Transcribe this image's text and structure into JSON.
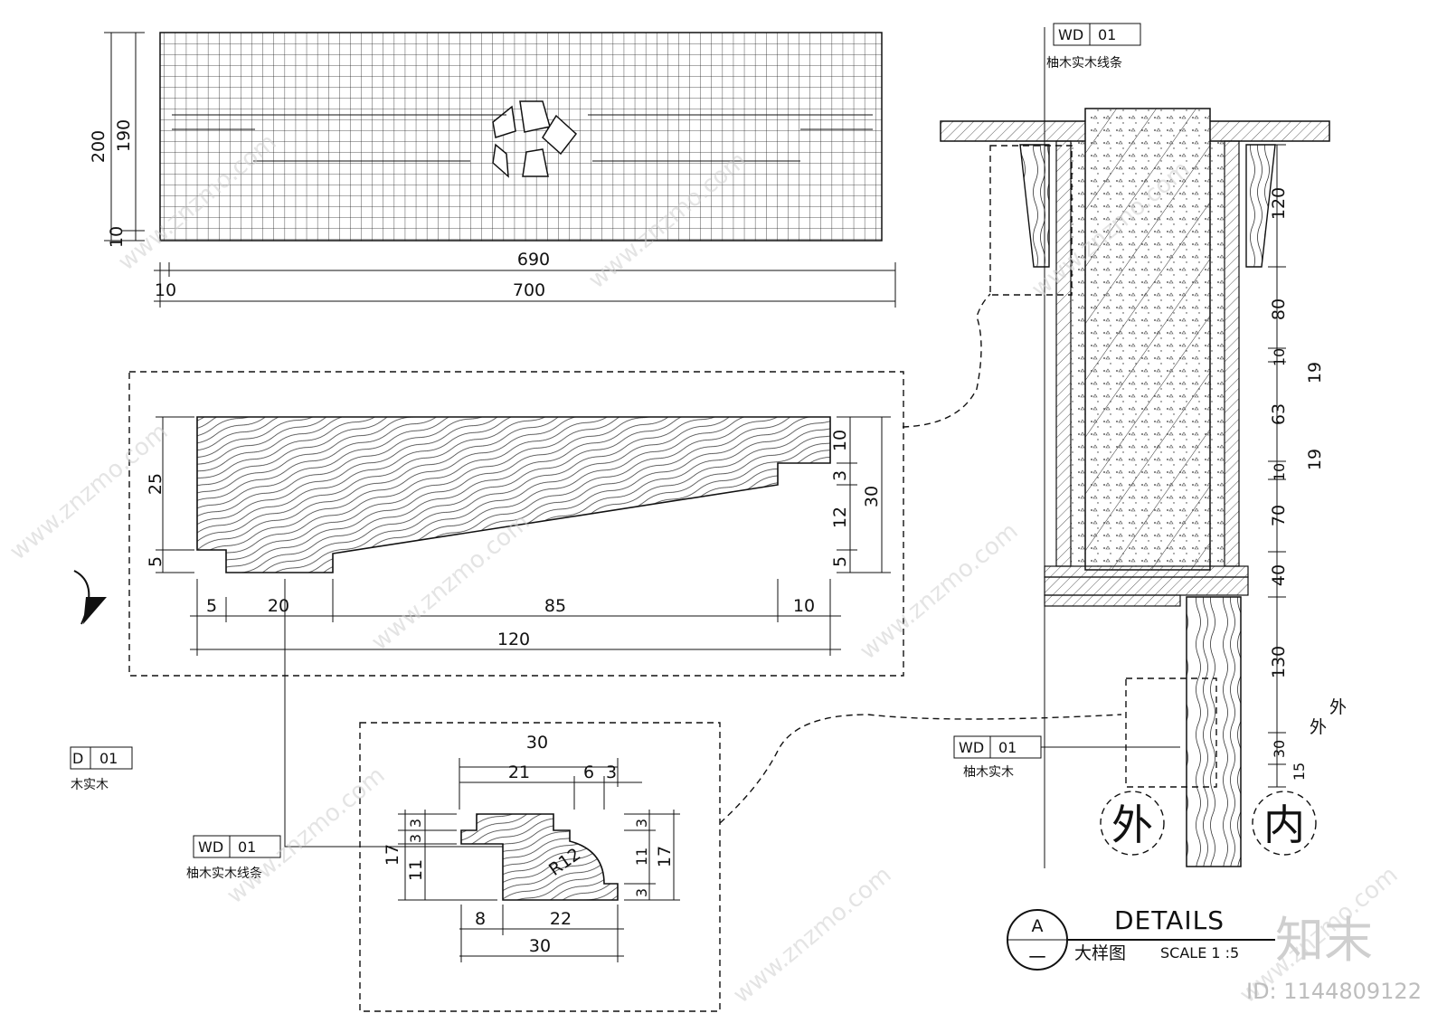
{
  "tile_elevation": {
    "dims": {
      "height_total": "200",
      "height_inner": "190",
      "height_bottom": "10",
      "width_inner": "690",
      "width_offset": "10",
      "width_total": "700"
    }
  },
  "profile_large": {
    "dims_left": [
      "25",
      "5"
    ],
    "dims_right": [
      "10",
      "3",
      "12",
      "5",
      "30"
    ],
    "dims_bottom": [
      "5",
      "20",
      "85",
      "10"
    ],
    "dims_total": "120"
  },
  "profile_small": {
    "dims_top": [
      "30",
      "21",
      "6",
      "3"
    ],
    "dims_left": [
      "3",
      "3",
      "17",
      "11"
    ],
    "dims_right": [
      "3",
      "11",
      "17",
      "3"
    ],
    "radius": "R12",
    "dims_bottom": [
      "8",
      "22",
      "30"
    ]
  },
  "tags": [
    {
      "code": "WD",
      "num": "01",
      "caption": "柚木实木线条"
    },
    {
      "code": "WD",
      "num": "01",
      "caption": "柚木实木"
    },
    {
      "code": "WD",
      "num": "01",
      "caption": "柚木实木线条"
    },
    {
      "code": "D",
      "num": "01",
      "caption": "木实木"
    }
  ],
  "section": {
    "dims_right": [
      "120",
      "80",
      "10",
      "63",
      "10",
      "70",
      "40",
      "130",
      "30",
      "15"
    ],
    "dims_far": [
      "19",
      "19"
    ],
    "outside_label": "外",
    "inside_label": "内",
    "note": "外",
    "note2": "外"
  },
  "title_block": {
    "symbol_top": "A",
    "symbol_bottom": "一",
    "title": "DETAILS",
    "subtitle": "大样图",
    "scale": "SCALE 1 :5"
  },
  "watermark": {
    "text": "www.znzmo.com",
    "logo": "知末",
    "id": "ID: 1144809122"
  }
}
